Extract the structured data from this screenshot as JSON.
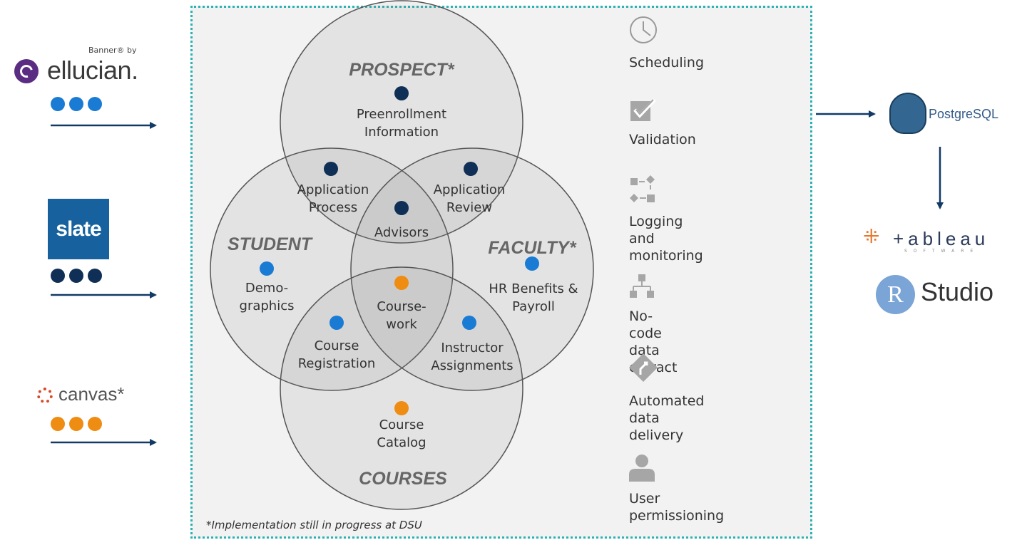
{
  "sources": {
    "ellucian": {
      "banner_text": "Banner® by",
      "name": "ellucian."
    },
    "slate": {
      "name": "slate"
    },
    "canvas": {
      "name": "canvas*"
    }
  },
  "colors": {
    "dark_navy": "#0f2f57",
    "blue": "#1a7bd4",
    "orange": "#ef8c12",
    "panel_border": "#2bb3b3",
    "arrow": "#123a66"
  },
  "venn": {
    "sets": {
      "prospect": "PROSPECT*",
      "student": "STUDENT",
      "faculty": "FACULTY*",
      "courses": "COURSES"
    },
    "items": {
      "preenrollment": "Preenrollment\nInformation",
      "application_process": "Application\nProcess",
      "application_review": "Application\nReview",
      "advisors": "Advisors",
      "demographics": "Demo-\ngraphics",
      "hr_benefits": "HR Benefits &\nPayroll",
      "coursework": "Course-\nwork",
      "course_registration": "Course\nRegistration",
      "instructor_assignments": "Instructor\nAssignments",
      "course_catalog": "Course\nCatalog"
    }
  },
  "features": [
    {
      "icon": "clock-icon",
      "label": "Scheduling"
    },
    {
      "icon": "checkbox-icon",
      "label": "Validation"
    },
    {
      "icon": "workflow-icon",
      "label": "Logging and\nmonitoring"
    },
    {
      "icon": "hierarchy-icon",
      "label": "No-code data extract"
    },
    {
      "icon": "direction-sign-icon",
      "label": "Automated data\ndelivery"
    },
    {
      "icon": "user-icon",
      "label": "User permissioning"
    }
  ],
  "footnote": "*Implementation still in progress at DSU",
  "destinations": {
    "postgres": "PostgreSQL",
    "tableau": "+ableau",
    "tableau_sub": "SOFTWARE",
    "rstudio_r": "R",
    "rstudio": "Studio"
  }
}
